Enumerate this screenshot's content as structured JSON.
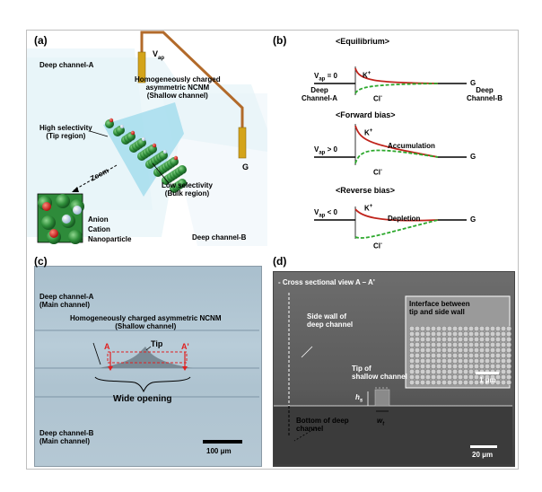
{
  "panel_a": {
    "label": "(a)",
    "vap": "V",
    "vap_sub": "ap",
    "deep_a": "Deep channel-A",
    "nc_title_1": "Homogeneously charged",
    "nc_title_2": "asymmetric NCNM",
    "nc_title_3": "(Shallow channel)",
    "high_sel_1": "High selectivity",
    "high_sel_2": "(Tip region)",
    "zoom": "Zoom",
    "low_sel_1": "Low selectivity",
    "low_sel_2": "(Bulk region)",
    "g": "G",
    "anion": "Anion",
    "cation": "Cation",
    "nanoparticle": "Nanoparticle",
    "deep_b": "Deep channel-B"
  },
  "panel_b": {
    "label": "(b)",
    "eq_title": "<Equilibrium>",
    "fwd_title": "<Forward bias>",
    "rev_title": "<Reverse bias>",
    "vap_eq": "= 0",
    "vap_fwd": "> 0",
    "vap_rev": "< 0",
    "v": "V",
    "ap": "ap",
    "k": "K",
    "cl": "Cl",
    "g": "G",
    "deep_a_1": "Deep",
    "deep_a_2": "Channel-A",
    "deep_b_1": "Deep",
    "deep_b_2": "Channel-B",
    "accumulation": "Accumulation",
    "depletion": "Depletion",
    "colors": {
      "cation": "#c0241c",
      "anion": "#2ca82c"
    }
  },
  "panel_c": {
    "label": "(c)",
    "deep_a_1": "Deep channel-A",
    "deep_a_2": "(Main channel)",
    "nc_1": "Homogeneously charged asymmetric NCNM",
    "nc_2": "(Shallow channel)",
    "tip": "Tip",
    "a": "A",
    "a_prime": "A'",
    "wide_opening": "Wide opening",
    "deep_b_1": "Deep channel-B",
    "deep_b_2": "(Main channel)",
    "scale": "100 μm"
  },
  "panel_d": {
    "label": "(d)",
    "cross": "- Cross sectional view  A – A'",
    "side_wall_1": "Side wall of",
    "side_wall_2": "deep channel",
    "interface_1": "Interface between",
    "interface_2": "tip and side wall",
    "tip_1": "Tip of",
    "tip_2": "shallow channel",
    "hs": "h",
    "hs_sub": "s",
    "wt": "w",
    "wt_sub": "t",
    "bottom_1": "Bottom of deep",
    "bottom_2": "channel",
    "inset_scale": "1 μm",
    "scale": "20 μm"
  }
}
